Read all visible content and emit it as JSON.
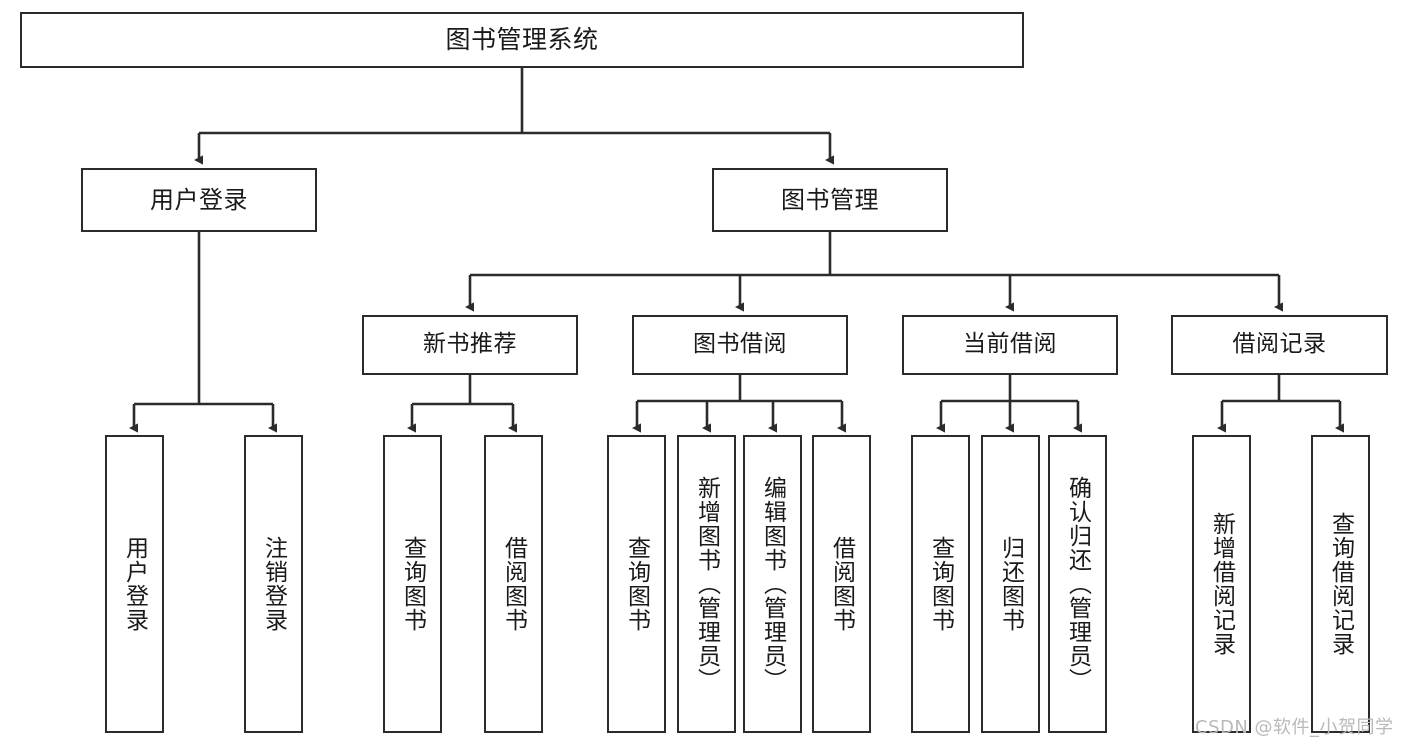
{
  "diagram": {
    "title_text": "图书管理系统",
    "watermark": "CSDN @软件_小贺同学",
    "line_color": "#2b2b2b",
    "box_fill": "#ffffff",
    "text_color": "#1a1a1a"
  },
  "root": {
    "label": "图书管理系统"
  },
  "level2": [
    {
      "label": "用户登录"
    },
    {
      "label": "图书管理"
    }
  ],
  "level3": [
    {
      "label": "新书推荐"
    },
    {
      "label": "图书借阅"
    },
    {
      "label": "当前借阅"
    },
    {
      "label": "借阅记录"
    }
  ],
  "leaves": {
    "user_login": [
      {
        "label": "用户登录"
      },
      {
        "label": "注销登录"
      }
    ],
    "new_book": [
      {
        "label": "查询图书"
      },
      {
        "label": "借阅图书"
      }
    ],
    "book_borrow": [
      {
        "label": "查询图书"
      },
      {
        "label": "新增图书（管理员）"
      },
      {
        "label": "编辑图书（管理员）"
      },
      {
        "label": "借阅图书"
      }
    ],
    "current_borrow": [
      {
        "label": "查询图书"
      },
      {
        "label": "归还图书"
      },
      {
        "label": "确认归还（管理员）"
      }
    ],
    "borrow_record": [
      {
        "label": "新增借阅记录"
      },
      {
        "label": "查询借阅记录"
      }
    ]
  }
}
